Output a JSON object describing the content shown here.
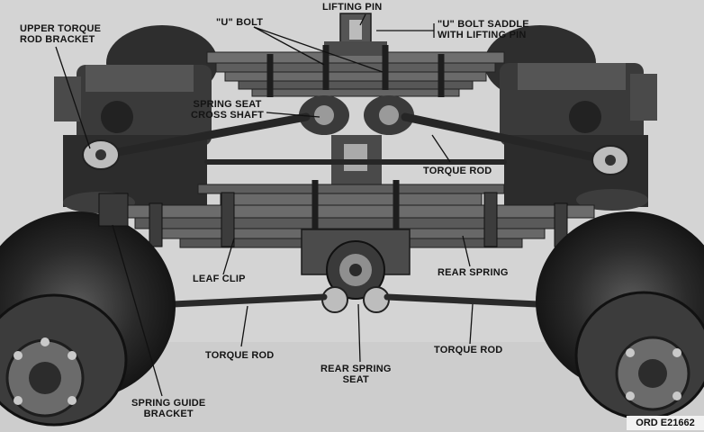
{
  "labels": {
    "lifting_pin": "LIFTING PIN",
    "u_bolt": "\"U\" BOLT",
    "u_bolt_saddle": [
      "\"U\" BOLT SADDLE",
      "WITH LIFTING PIN"
    ],
    "upper_torque_rod_bracket": [
      "UPPER TORQUE",
      "ROD BRACKET"
    ],
    "spring_seat_cross_shaft": [
      "SPRING SEAT",
      "CROSS SHAFT"
    ],
    "torque_rod_upper": "TORQUE ROD",
    "leaf_clip": "LEAF CLIP",
    "rear_spring": "REAR SPRING",
    "torque_rod_lower_left": "TORQUE ROD",
    "torque_rod_lower_right": "TORQUE ROD",
    "rear_spring_seat": [
      "REAR SPRING",
      "SEAT"
    ],
    "spring_guide_bracket": [
      "SPRING GUIDE",
      "BRACKET"
    ]
  },
  "figure_ref": "ORD E21662"
}
